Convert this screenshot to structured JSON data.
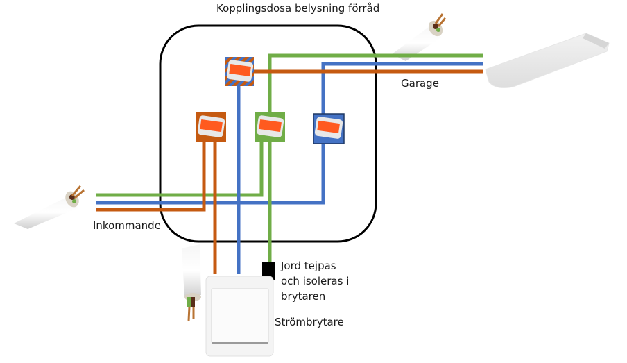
{
  "title": "Kopplingsdosa belysning förråd",
  "labels": {
    "garage": "Garage",
    "incoming": "Inkommande",
    "ground_note_line1": "Jord tejpas",
    "ground_note_line2": "och isoleras i",
    "ground_note_line3": "brytaren",
    "switch": "Strömbrytare"
  },
  "colors": {
    "phase": "#c55a11",
    "neutral": "#4472c4",
    "ground": "#70ad47",
    "box_outline": "#000000",
    "connector_orange": "#ff5a1f"
  },
  "components": [
    {
      "id": "junction-box",
      "label": "Kopplingsdosa belysning förråd"
    },
    {
      "id": "cable-incoming",
      "label": "Inkommande"
    },
    {
      "id": "cable-garage",
      "label": "Garage"
    },
    {
      "id": "cable-switch"
    },
    {
      "id": "light-fixture"
    },
    {
      "id": "switch",
      "label": "Strömbrytare"
    },
    {
      "id": "connector-switched-phase",
      "wire": "phase/neutral"
    },
    {
      "id": "connector-phase",
      "wire": "phase"
    },
    {
      "id": "connector-ground",
      "wire": "ground"
    },
    {
      "id": "connector-neutral",
      "wire": "neutral"
    }
  ]
}
